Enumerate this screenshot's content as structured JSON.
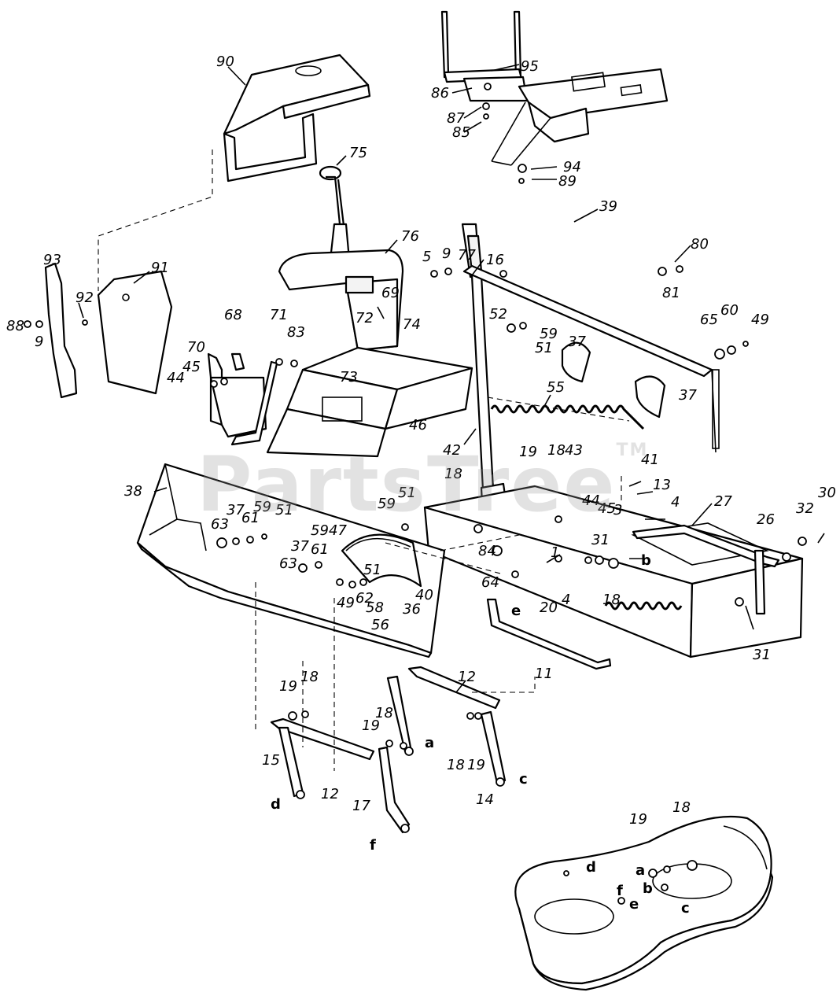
{
  "watermark": {
    "text": "PartsTree",
    "mark": "TM"
  },
  "callouts": [
    "90",
    "95",
    "86",
    "87",
    "85",
    "94",
    "89",
    "75",
    "76",
    "77",
    "5",
    "9",
    "16",
    "80",
    "39",
    "93",
    "91",
    "92",
    "88",
    "9",
    "70",
    "68",
    "71",
    "45",
    "44",
    "83",
    "72",
    "69",
    "74",
    "52",
    "59",
    "51",
    "37",
    "81",
    "65",
    "60",
    "49",
    "73",
    "46",
    "37",
    "55",
    "42",
    "19",
    "18",
    "43",
    "41",
    "13",
    "18",
    "44",
    "45",
    "3",
    "4",
    "27",
    "26",
    "32",
    "30",
    "38",
    "37",
    "59",
    "51",
    "59",
    "51",
    "63",
    "61",
    "59",
    "47",
    "37",
    "61",
    "63",
    "51",
    "40",
    "49",
    "62",
    "58",
    "36",
    "56",
    "84",
    "1",
    "31",
    "64",
    "20",
    "4",
    "11",
    "18",
    "31",
    "12",
    "19",
    "18",
    "19",
    "18",
    "15",
    "12",
    "17",
    "18",
    "19",
    "14",
    "19",
    "18"
  ],
  "letters": [
    "b",
    "e",
    "a",
    "c",
    "d",
    "f",
    "d",
    "a",
    "b",
    "e",
    "c",
    "f"
  ]
}
